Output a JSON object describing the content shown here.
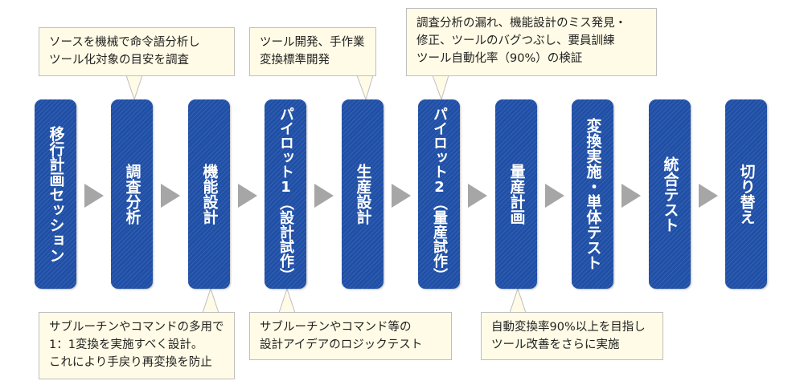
{
  "steps": [
    "移行計画セッション",
    "調査分析",
    "機能設計",
    "パイロット1（設計試作）",
    "生産設計",
    "パイロット2（量産試作）",
    "量産計画",
    "変換実施・単体テスト",
    "統合テスト",
    "切り替え"
  ],
  "notes": {
    "survey": [
      "ソースを機械で命令語分析し",
      "ツール化対象の目安を調査"
    ],
    "tools": [
      "ツール開発、手作業",
      "変換標準開発"
    ],
    "pilot2": [
      "調査分析の漏れ、機能設計のミス発見・",
      "修正、ツールのバグつぶし、要員訓練",
      "ツール自動化率（90%）の検証"
    ],
    "func_design": [
      "サブルーチンやコマンドの多用で",
      "1：1変換を実施すべく設計。",
      "これにより手戻り再変換を防止"
    ],
    "pilot1": [
      "サブルーチンやコマンド等の",
      "設計アイデアのロジックテスト"
    ],
    "mass_plan": [
      "自動変換率90%以上を目指し",
      "ツール改善をさらに実施"
    ]
  },
  "colors": {
    "step_fill": "#1f4fa6",
    "arrow": "#a6a6a6",
    "note_fill": "#fffbe6",
    "note_border": "#bfbfbf"
  }
}
